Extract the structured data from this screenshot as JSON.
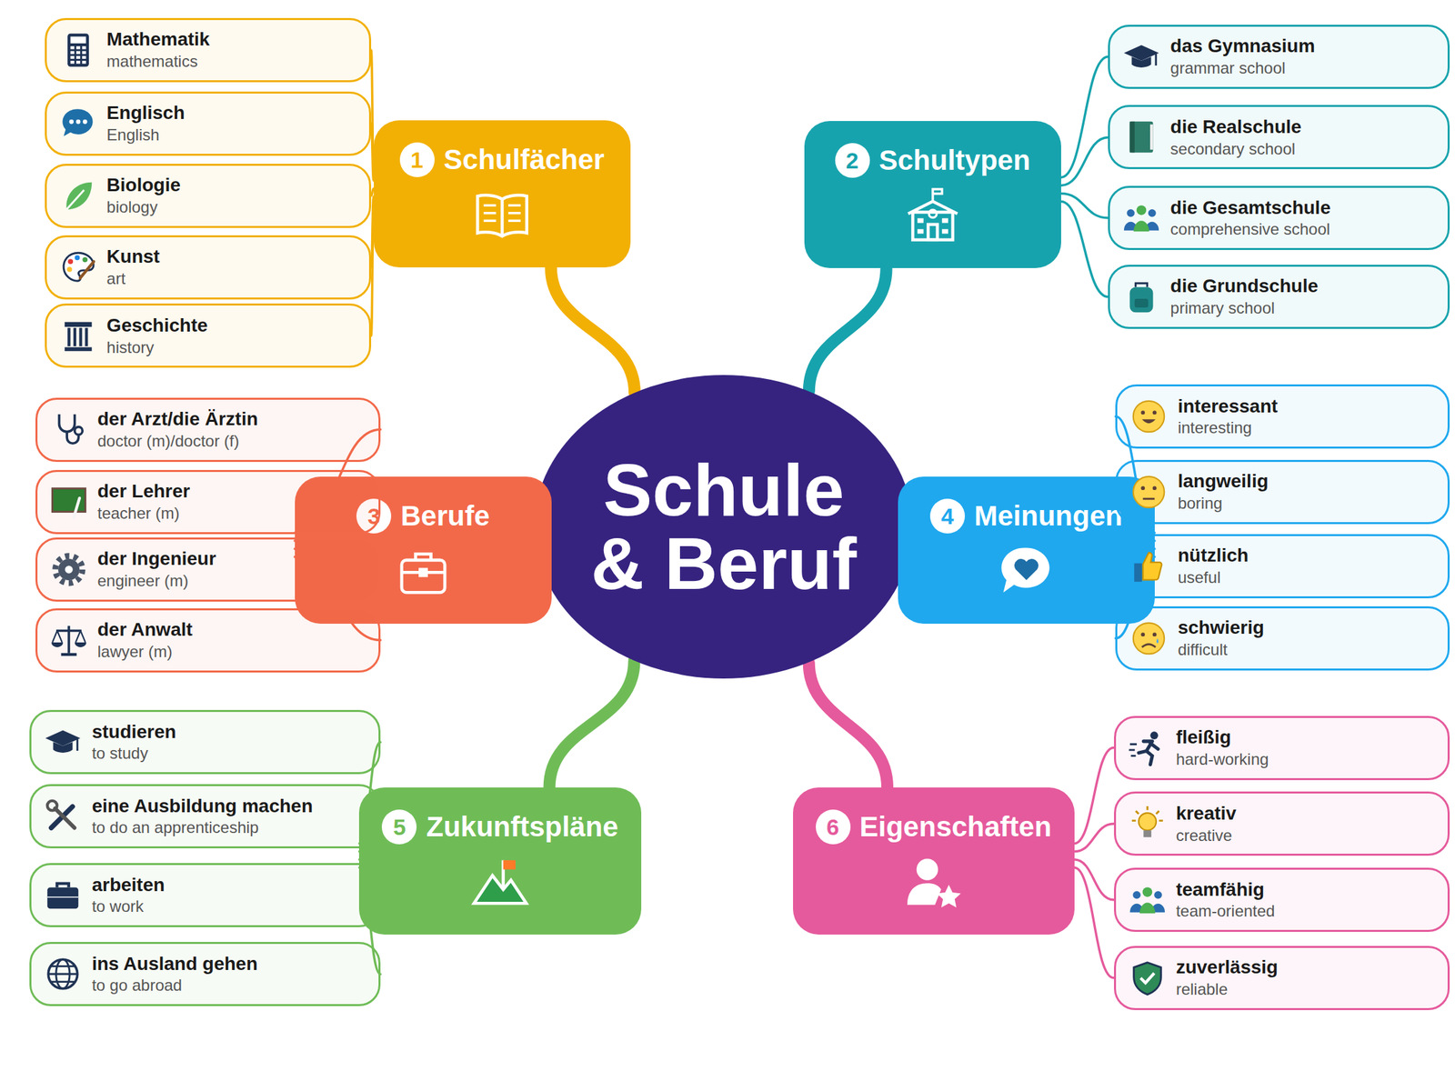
{
  "diagram": {
    "nodes": [
      {
        "text": [
          "Schule & Beruf"
        ]
      },
      {
        "text": [
          "1",
          "Schulfächer"
        ]
      },
      {
        "text": [
          "Mathematik",
          "mathematics"
        ]
      },
      {
        "text": [
          "Englisch",
          "English"
        ]
      },
      {
        "text": [
          "Biologie",
          "biology"
        ]
      },
      {
        "text": [
          "Kunst",
          "art"
        ]
      },
      {
        "text": [
          "Geschichte",
          "history"
        ]
      },
      {
        "text": [
          "2",
          "Schultypen"
        ]
      },
      {
        "text": [
          "das Gymnasium",
          "grammar school"
        ]
      },
      {
        "text": [
          "die Realschule",
          "secondary school"
        ]
      },
      {
        "text": [
          "die Gesamtschule",
          "comprehensive school"
        ]
      },
      {
        "text": [
          "die Grundschule",
          "primary school"
        ]
      },
      {
        "text": [
          "3",
          "Berufe"
        ]
      },
      {
        "text": [
          "der Arzt/die Ärztin",
          "doctor (m)/doctor (f)"
        ]
      },
      {
        "text": [
          "der Lehrer",
          "teacher (m)"
        ]
      },
      {
        "text": [
          "der Ingenieur",
          "engineer (m)"
        ]
      },
      {
        "text": [
          "der Anwalt",
          "lawyer (m)"
        ]
      },
      {
        "text": [
          "4",
          "Meinungen"
        ]
      },
      {
        "text": [
          "interessant",
          "interesting"
        ]
      },
      {
        "text": [
          "langweilig",
          "boring"
        ]
      },
      {
        "text": [
          "nützlich",
          "useful"
        ]
      },
      {
        "text": [
          "schwierig",
          "difficult"
        ]
      },
      {
        "text": [
          "5",
          "Zukunftspläne"
        ]
      },
      {
        "text": [
          "studieren",
          "to study"
        ]
      },
      {
        "text": [
          "eine Ausbildung machen",
          "to do an apprenticeship"
        ]
      },
      {
        "text": [
          "arbeiten",
          "to work"
        ]
      },
      {
        "text": [
          "ins Ausland gehen",
          "to go abroad"
        ]
      },
      {
        "text": [
          "6",
          "Eigenschaften"
        ]
      },
      {
        "text": [
          "fleißig",
          "hard-working"
        ]
      },
      {
        "text": [
          "kreativ",
          "creative"
        ]
      },
      {
        "text": [
          "teamfähig",
          "team-oriented"
        ]
      },
      {
        "text": [
          "zuverlässig",
          "reliable"
        ]
      }
    ],
    "edges": [
      {
        "from": 0,
        "to": 1,
        "arrow": "none"
      },
      {
        "from": 0,
        "to": 7,
        "arrow": "none"
      },
      {
        "from": 0,
        "to": 12,
        "arrow": "none"
      },
      {
        "from": 0,
        "to": 17,
        "arrow": "none"
      },
      {
        "from": 0,
        "to": 22,
        "arrow": "none"
      },
      {
        "from": 0,
        "to": 27,
        "arrow": "none"
      },
      {
        "from": 1,
        "to": 2,
        "arrow": "none"
      },
      {
        "from": 1,
        "to": 3,
        "arrow": "none"
      },
      {
        "from": 1,
        "to": 4,
        "arrow": "none"
      },
      {
        "from": 1,
        "to": 5,
        "arrow": "none"
      },
      {
        "from": 1,
        "to": 6,
        "arrow": "none"
      },
      {
        "from": 7,
        "to": 8,
        "arrow": "none"
      },
      {
        "from": 7,
        "to": 9,
        "arrow": "none"
      },
      {
        "from": 7,
        "to": 10,
        "arrow": "none"
      },
      {
        "from": 7,
        "to": 11,
        "arrow": "none"
      },
      {
        "from": 12,
        "to": 13,
        "arrow": "none"
      },
      {
        "from": 12,
        "to": 14,
        "arrow": "none"
      },
      {
        "from": 12,
        "to": 15,
        "arrow": "none"
      },
      {
        "from": 12,
        "to": 16,
        "arrow": "none"
      },
      {
        "from": 17,
        "to": 18,
        "arrow": "none"
      },
      {
        "from": 17,
        "to": 19,
        "arrow": "none"
      },
      {
        "from": 17,
        "to": 20,
        "arrow": "none"
      },
      {
        "from": 17,
        "to": 21,
        "arrow": "none"
      },
      {
        "from": 22,
        "to": 23,
        "arrow": "none"
      },
      {
        "from": 22,
        "to": 24,
        "arrow": "none"
      },
      {
        "from": 22,
        "to": 25,
        "arrow": "none"
      },
      {
        "from": 22,
        "to": 26,
        "arrow": "none"
      },
      {
        "from": 27,
        "to": 28,
        "arrow": "none"
      },
      {
        "from": 27,
        "to": 29,
        "arrow": "none"
      },
      {
        "from": 27,
        "to": 30,
        "arrow": "none"
      },
      {
        "from": 27,
        "to": 31,
        "arrow": "none"
      }
    ]
  }
}
